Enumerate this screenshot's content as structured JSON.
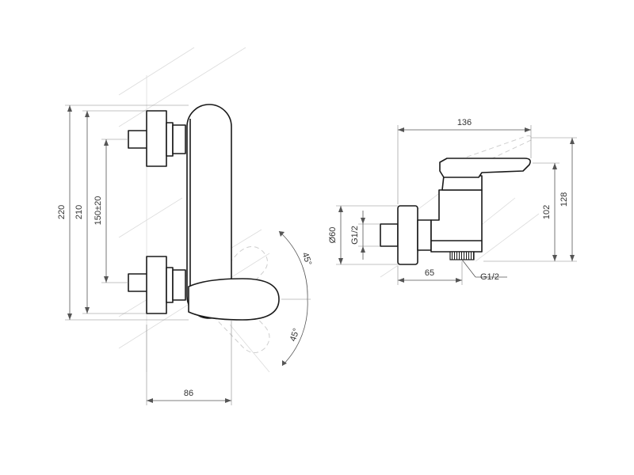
{
  "front_view": {
    "overall_height": "220",
    "height_210": "210",
    "center_distance": "150±20",
    "depth": "86",
    "angle_up": "45°",
    "angle_down": "45°"
  },
  "side_view": {
    "overall_width": "136",
    "overall_height": "128",
    "body_height": "102",
    "flange_diameter": "Ø60",
    "inlet_thread": "G1/2",
    "outlet_thread": "G1/2",
    "outlet_offset": "65"
  },
  "colors": {
    "line": "#1a1a1a",
    "dimension": "#555555",
    "ghost": "#cfcfcf"
  }
}
